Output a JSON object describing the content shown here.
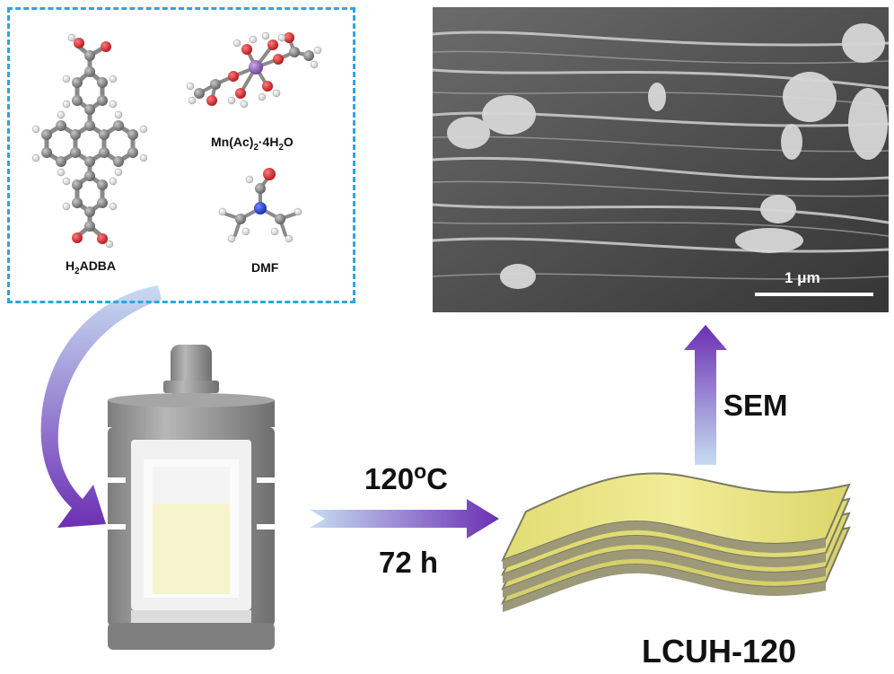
{
  "reactants": {
    "ligand_label_pre": "H",
    "ligand_label_sub": "2",
    "ligand_label_post": "ADBA",
    "metal_salt_pre": "Mn(Ac)",
    "metal_salt_sub1": "2",
    "metal_salt_mid": "·4H",
    "metal_salt_sub2": "2",
    "metal_salt_post": "O",
    "solvent_label": "DMF"
  },
  "conditions": {
    "temperature_value": "120",
    "temperature_sup": "o",
    "temperature_unit": "C",
    "time": "72 h"
  },
  "product": {
    "name": "LCUH-120"
  },
  "characterization": {
    "method": "SEM",
    "scale_bar_label": "1 μm"
  },
  "colors": {
    "box_border": "#2aa7e0",
    "arrow_start": "#c7dcf2",
    "arrow_end": "#6b2fb3",
    "sheet_fill": "#e7e27a",
    "sheet_edge": "#7a7a66",
    "autoclave_gray": "#8a8a8a",
    "liquid": "#f6f4cc",
    "carbon": "#7a7a7a",
    "oxygen": "#d8262a",
    "hydrogen": "#f2f2f2",
    "nitrogen": "#1f3fd0",
    "manganese": "#9266b4"
  },
  "icons": [
    "curved-arrow-icon",
    "autoclave-icon",
    "reaction-arrow-icon",
    "layered-sheets-icon",
    "up-arrow-icon"
  ]
}
